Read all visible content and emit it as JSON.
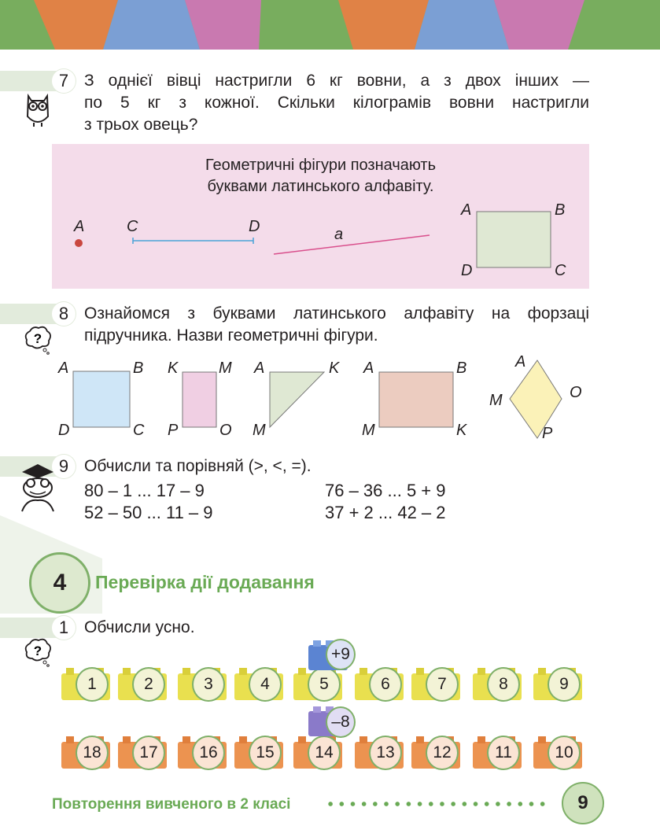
{
  "banner_colors": [
    "#78ad5e",
    "#e08246",
    "#7b9fd4",
    "#c979b0"
  ],
  "task7": {
    "number": "7",
    "lines": [
      "З однієї вівці настригли 6 кг вовни, а з двох інших —",
      "по 5 кг з кожної. Скільки кілограмів вовни настригли",
      "з трьох овець?"
    ]
  },
  "info_box": {
    "lines": [
      "Геометричні фігури позначають",
      "буквами латинського алфавіту."
    ],
    "point_label": "A",
    "segment_labels": [
      "C",
      "D"
    ],
    "line_label": "a",
    "rect_labels": [
      "A",
      "B",
      "C",
      "D"
    ]
  },
  "task8": {
    "number": "8",
    "lines": [
      "Ознайомся з буквами латинського алфавіту на форзаці",
      "підручника. Назви геометричні фігури."
    ],
    "square": [
      "A",
      "B",
      "C",
      "D"
    ],
    "narrow_rect": [
      "K",
      "M",
      "O",
      "P"
    ],
    "triangle": [
      "A",
      "K",
      "M"
    ],
    "rectangle": [
      "A",
      "B",
      "K",
      "M"
    ],
    "rhombus": [
      "A",
      "O",
      "P",
      "M"
    ]
  },
  "task9": {
    "number": "9",
    "text": "Обчисли та порівняй (>, <, =).",
    "left": [
      "80 – 1 ... 17 – 9",
      "52 – 50 ... 11 – 9"
    ],
    "right": [
      "76 – 36 ... 5 + 9",
      "37 + 2 ... 42 – 2"
    ]
  },
  "section": {
    "number": "4",
    "title": "Перевірка дії додавання"
  },
  "task1": {
    "number": "1",
    "text": "Обчисли усно.",
    "add_op": "+9",
    "sub_op": "–8",
    "top_row": [
      "1",
      "2",
      "3",
      "4",
      "5",
      "6",
      "7",
      "8",
      "9"
    ],
    "bottom_row": [
      "18",
      "17",
      "16",
      "15",
      "14",
      "13",
      "12",
      "11",
      "10"
    ]
  },
  "footer": {
    "text": "Повторення вивченого в 2 класі",
    "page": "9"
  }
}
